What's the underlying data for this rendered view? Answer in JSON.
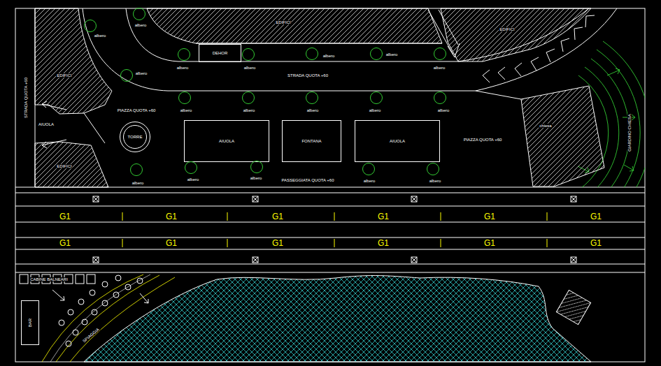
{
  "diagram": {
    "nodes": [
      {
        "text": [
          "albero"
        ]
      },
      {
        "text": [
          "albero"
        ]
      },
      {
        "text": [
          "albero"
        ]
      },
      {
        "text": [
          "DEHOR"
        ]
      },
      {
        "text": [
          "albero"
        ]
      },
      {
        "text": [
          "albero"
        ]
      },
      {
        "text": [
          "albero"
        ]
      },
      {
        "text": [
          "albero"
        ]
      },
      {
        "text": [
          "albero"
        ]
      },
      {
        "text": [
          "albero"
        ]
      },
      {
        "text": [
          "albero"
        ]
      },
      {
        "text": [
          "albero"
        ]
      },
      {
        "text": [
          "albero"
        ]
      },
      {
        "text": [
          "albero"
        ]
      },
      {
        "text": [
          "TORRE"
        ]
      },
      {
        "text": [
          "AIUOLA"
        ]
      },
      {
        "text": [
          "FONTANA"
        ]
      },
      {
        "text": [
          "AIUOLA"
        ]
      },
      {
        "text": [
          "chiesa"
        ]
      },
      {
        "text": [
          "albero"
        ]
      },
      {
        "text": [
          "albero"
        ]
      },
      {
        "text": [
          "albero"
        ]
      },
      {
        "text": [
          "albero"
        ]
      },
      {
        "text": [
          "albero"
        ]
      },
      {
        "text": [
          "BAR"
        ]
      }
    ],
    "labels": [
      "EDIFICI",
      "EDIFICI",
      "STRADA QUOTA +60",
      "EDIFICI",
      "STRADA QUOTA +60",
      "PIAZZA QUOTA +60",
      "AIUOLA",
      "PIAZZA QUOTA +60",
      "GIARDINO CHIESA",
      "EDIFICI",
      "PASSEGGIATA QUOTA +60",
      "G1",
      "G1",
      "G1",
      "G1",
      "G1",
      "G1",
      "G1",
      "G1",
      "G1",
      "G1",
      "G1",
      "G1",
      "CABINE BALNEARI",
      "SPIAGGIA"
    ]
  }
}
